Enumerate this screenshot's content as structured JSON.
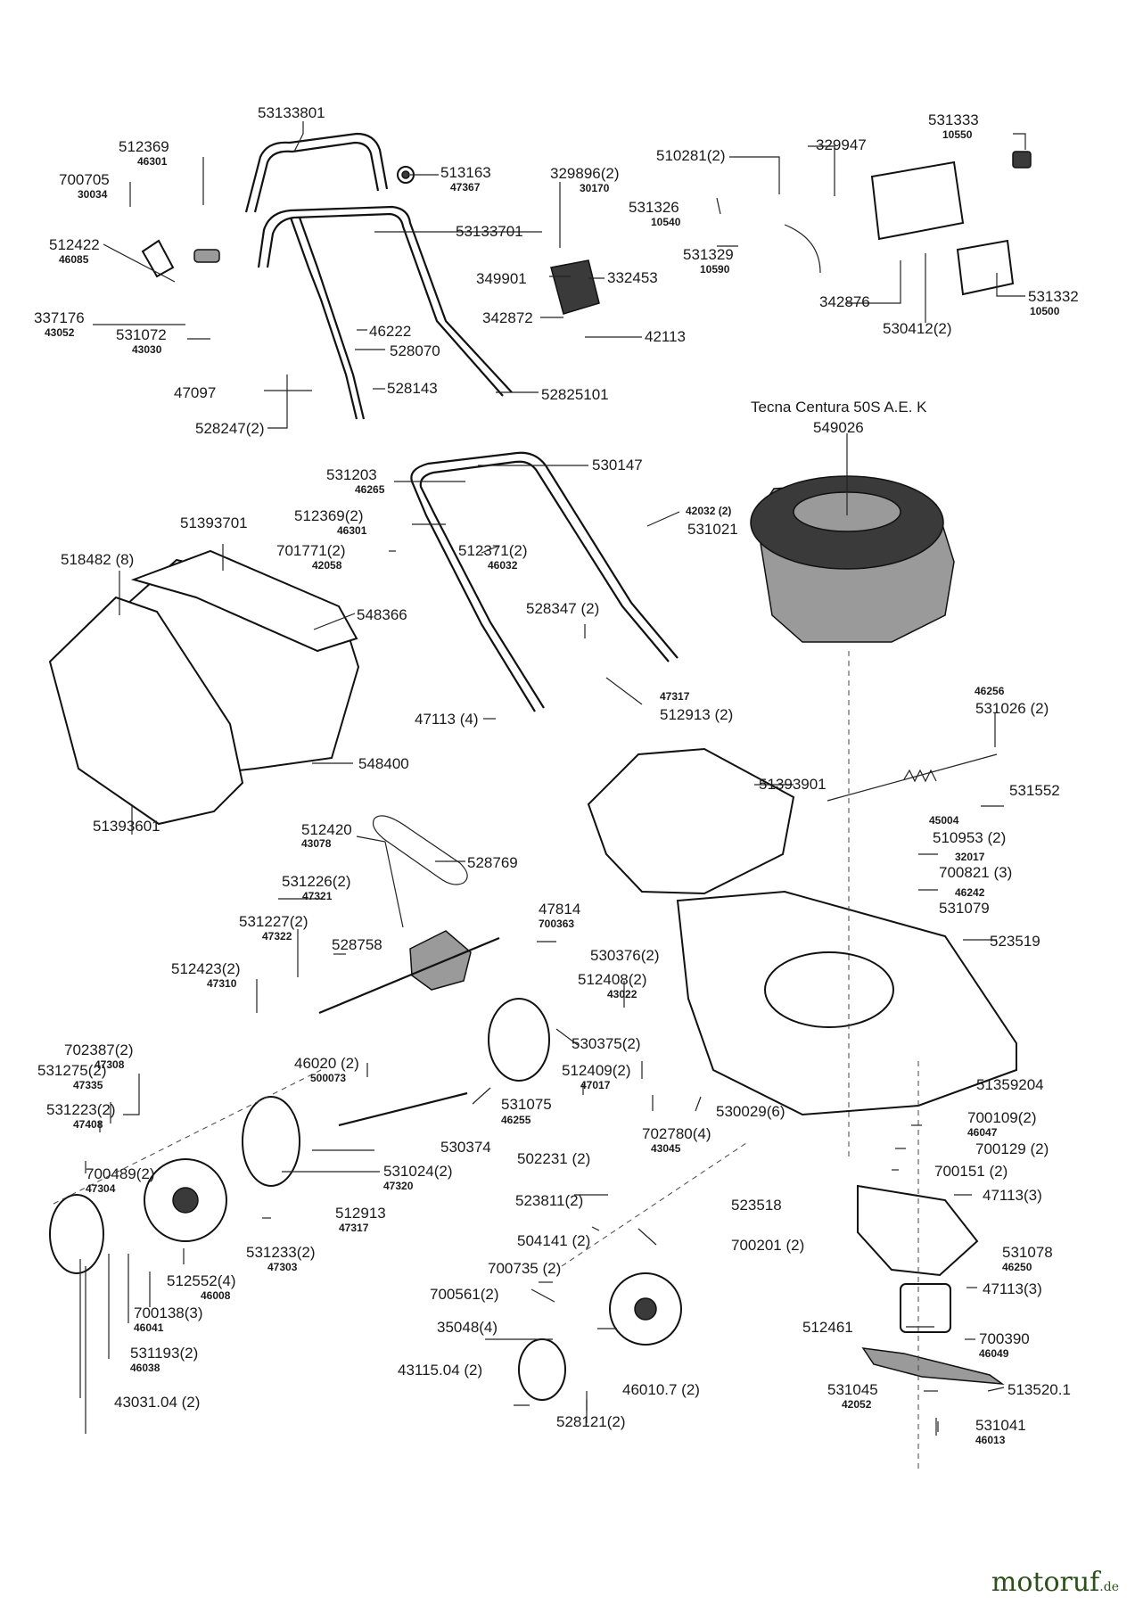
{
  "engine": {
    "model": "Tecna Centura 50S A.E. K",
    "number": "549026"
  },
  "labels": {
    "p53133801": "53133801",
    "p512369": "512369",
    "p46301": "46301",
    "p700705": "700705",
    "p30034": "30034",
    "p512422": "512422",
    "p46085": "46085",
    "p337176": "337176",
    "p43052": "43052",
    "p531072": "531072",
    "p43030": "43030",
    "p513163": "513163",
    "p47367": "47367",
    "p53133701": "53133701",
    "p46222": "46222",
    "p528070": "528070",
    "p528143": "528143",
    "p47097": "47097",
    "p528247_2": "528247(2)",
    "p52825101": "52825101",
    "p329896_2": "329896(2)",
    "p30170": "30170",
    "p510281_2": "510281(2)",
    "p329947": "329947",
    "p531326": "531326",
    "p10540": "10540",
    "p531329": "531329",
    "p10590": "10590",
    "p349901": "349901",
    "p332453": "332453",
    "p342872": "342872",
    "p42113": "42113",
    "p531333": "531333",
    "p10550": "10550",
    "p342876": "342876",
    "p530412_2": "530412(2)",
    "p531332": "531332",
    "p10500": "10500",
    "p531203": "531203",
    "p46265": "46265",
    "p530147": "530147",
    "p512369_2": "512369(2)",
    "p46301b": "46301",
    "p42032_2": "42032 (2)",
    "p531021": "531021",
    "p701771_2": "701771(2)",
    "p42058": "42058",
    "p512371_2": "512371(2)",
    "p46032": "46032",
    "p518482_8": "518482 (8)",
    "p51393701": "51393701",
    "p548366": "548366",
    "p528347_2": "528347 (2)",
    "p47317": "47317",
    "p512913_2": "512913 (2)",
    "p47113_4": "47113 (4)",
    "p548400": "548400",
    "p51393601": "51393601",
    "p46256": "46256",
    "p531026_2": "531026 (2)",
    "p51393901": "51393901",
    "p531552": "531552",
    "p45004": "45004",
    "p510953_2": "510953 (2)",
    "p32017": "32017",
    "p700821_3": "700821 (3)",
    "p46242": "46242",
    "p531079": "531079",
    "p523519": "523519",
    "p512420": "512420",
    "p43078": "43078",
    "p528769": "528769",
    "p531226_2": "531226(2)",
    "p47321": "47321",
    "p531227_2": "531227(2)",
    "p47322": "47322",
    "p528758": "528758",
    "p47814": "47814",
    "p700363": "700363",
    "p530376_2": "530376(2)",
    "p512408_2": "512408(2)",
    "p43022": "43022",
    "p512423_2": "512423(2)",
    "p47310": "47310",
    "p46020_2": "46020 (2)",
    "p500073": "500073",
    "p530375_2": "530375(2)",
    "p512409_2": "512409(2)",
    "p47017": "47017",
    "p702387_2": "702387(2)",
    "p47308": "47308",
    "p531275_2": "531275(2)",
    "p47335": "47335",
    "p531223_2": "531223(2)",
    "p47408": "47408",
    "p531075": "531075",
    "p46255": "46255",
    "p530029_6": "530029(6)",
    "p51359204": "51359204",
    "p700489_2": "700489(2)",
    "p47304": "47304",
    "p530374": "530374",
    "p702780_4": "702780(4)",
    "p43045": "43045",
    "p700109_2": "700109(2)",
    "p46047": "46047",
    "p700129_2": "700129 (2)",
    "p700151_2": "700151 (2)",
    "p531024_2": "531024(2)",
    "p47320": "47320",
    "p502231_2": "502231 (2)",
    "p47113_3a": "47113(3)",
    "p523811_2": "523811(2)",
    "p523518": "523518",
    "p512913": "512913",
    "p47317b": "47317",
    "p504141_2": "504141 (2)",
    "p700201_2": "700201 (2)",
    "p531078": "531078",
    "p46250": "46250",
    "p531233_2": "531233(2)",
    "p47303": "47303",
    "p700735_2": "700735 (2)",
    "p47113_3b": "47113(3)",
    "p512552_4": "512552(4)",
    "p46008": "46008",
    "p700561_2": "700561(2)",
    "p700138_3": "700138(3)",
    "p46041": "46041",
    "p35048_4": "35048(4)",
    "p512461": "512461",
    "p700390": "700390",
    "p46049": "46049",
    "p531193_2": "531193(2)",
    "p46038": "46038",
    "p43115_04_2": "43115.04 (2)",
    "p46010_7_2": "46010.7 (2)",
    "p531045": "531045",
    "p42052": "42052",
    "p513520_1": "513520.1",
    "p43031_04_2": "43031.04 (2)",
    "p528121_2": "528121(2)",
    "p531041": "531041",
    "p46013": "46013"
  },
  "brand": {
    "name": "motoruf",
    "suffix": ".de",
    "color": "#2d4f1b"
  }
}
